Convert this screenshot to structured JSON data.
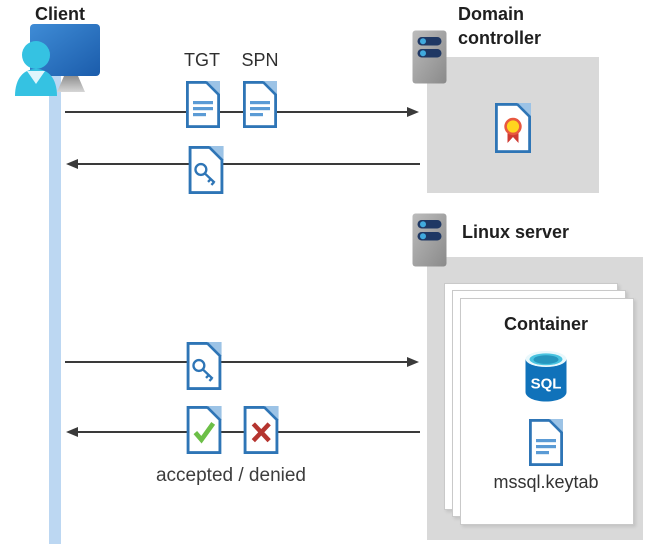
{
  "client": {
    "label": "Client"
  },
  "domain_controller": {
    "label": "Domain controller"
  },
  "linux_server": {
    "label": "Linux server"
  },
  "container": {
    "label": "Container",
    "sql_text": "SQL",
    "keytab_label": "mssql.keytab"
  },
  "flow": {
    "tgt_label": "TGT",
    "spn_label": "SPN",
    "result_label": "accepted / denied"
  },
  "icons": {
    "client": "user-at-computer-icon",
    "servers": "server-icon",
    "tickets": "document-icon",
    "session_key": "key-document-icon",
    "certificate": "certificate-document-icon",
    "accepted": "check-document-icon",
    "denied": "cross-document-icon",
    "database": "sql-database-icon"
  },
  "colors": {
    "doc_border": "#2e75b6",
    "doc_lines": "#5b9bd5",
    "fold_light": "#9cc3e6",
    "check_green": "#6cbf47",
    "cross_red": "#b5342f",
    "medal_yellow": "#ffd51e",
    "medal_red": "#e8583f",
    "ribbon_red": "#cf3a32",
    "sql_body_blue": "#1072ba",
    "sql_top_cyan": "#49c3e0",
    "server_bar_navy": "#1f3864",
    "server_dot_blue": "#41aade",
    "person_cyan": "#35c2e2",
    "monitor_blue": "#2a6fc0",
    "zone_gray": "#d9d9d9",
    "lifeline_blue": "#bcd7f2",
    "arrow_gray": "#3a3a3a"
  }
}
